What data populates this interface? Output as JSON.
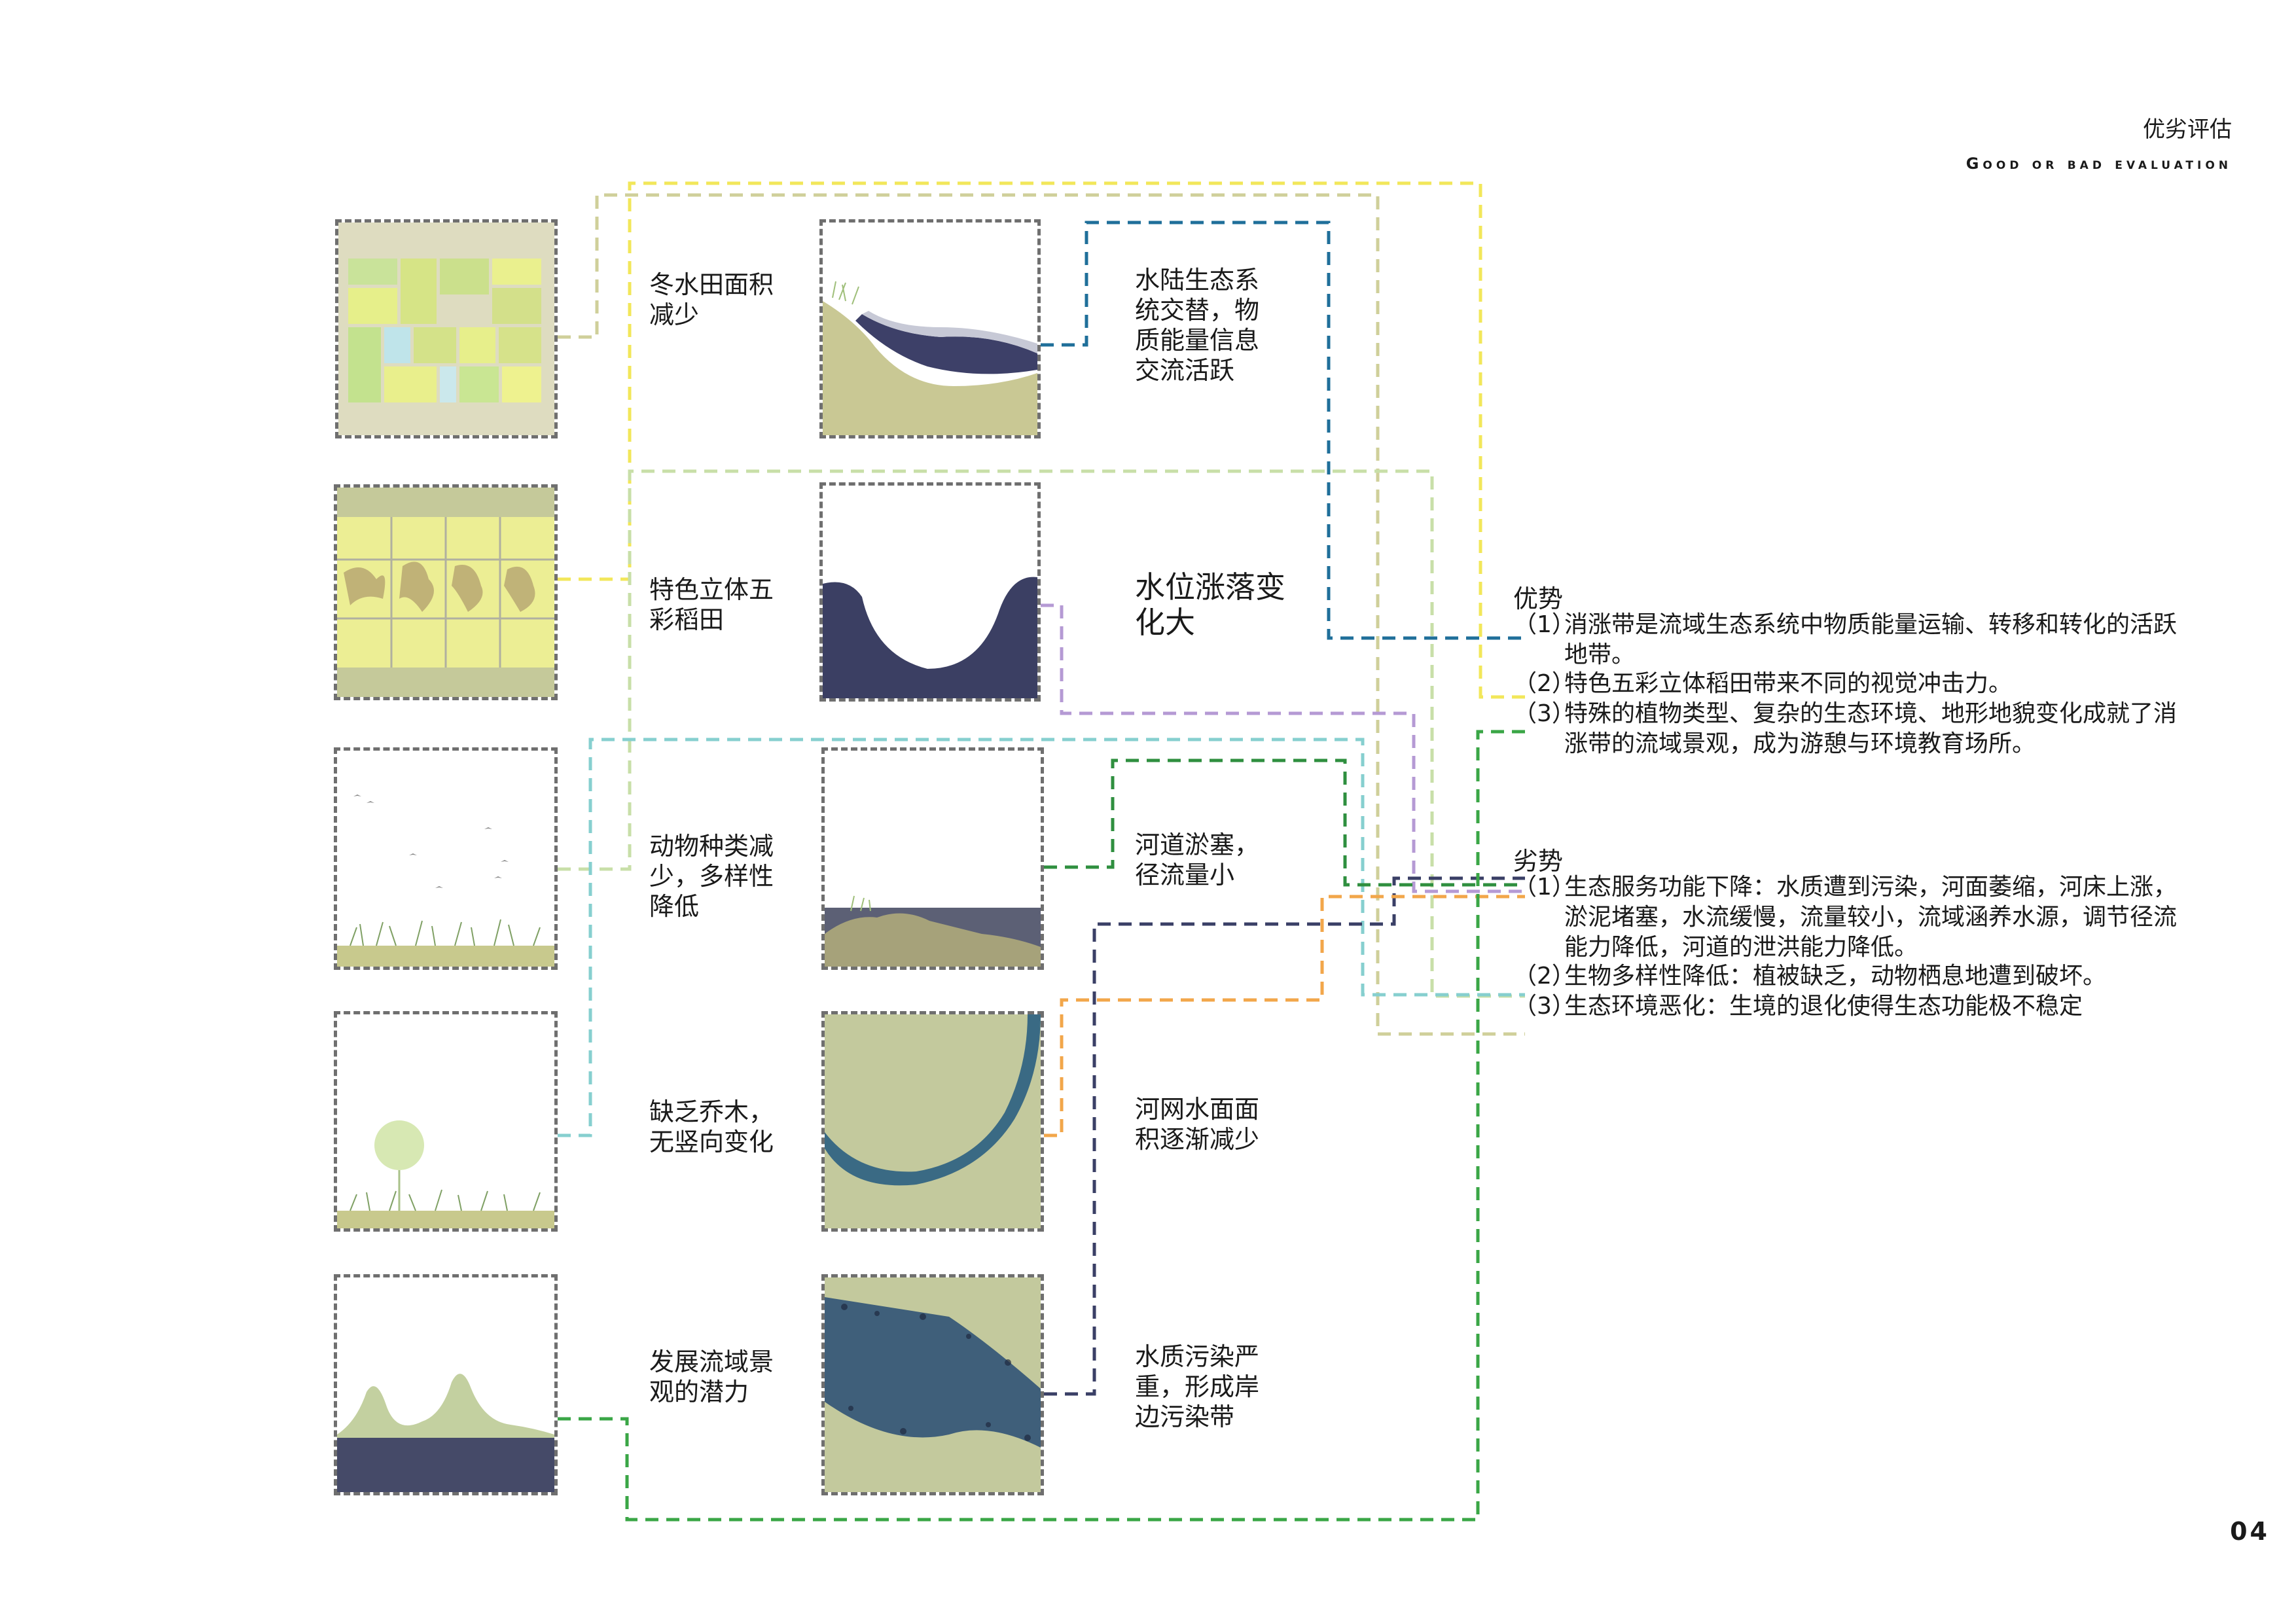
{
  "header": {
    "title_cn": "优劣评估",
    "title_en": "Good or bad evaluation"
  },
  "page_number": "04",
  "left_labels": [
    "冬水田面积\n减少",
    "特色立体五\n彩稻田",
    "动物种类减\n少，多样性\n降低",
    "缺乏乔木，\n无竖向变化",
    "发展流域景\n观的潜力"
  ],
  "right_labels": [
    "水陆生态系\n统交替，物\n质能量信息\n交流活跃",
    "水位涨落变\n化大",
    "河道淤塞，\n径流量小",
    "河网水面面\n积逐渐减少",
    "水质污染严\n重，形成岸\n边污染带"
  ],
  "advantages": {
    "title": "优势",
    "items": [
      {
        "num": "（1）",
        "text": "消涨带是流域生态系统中物质能量运输、转移和转化的活跃\n地带。"
      },
      {
        "num": "（2）",
        "text": "特色五彩立体稻田带来不同的视觉冲击力。"
      },
      {
        "num": "（3）",
        "text": "特殊的植物类型、复杂的生态环境、地形地貌变化成就了消\n涨带的流域景观，成为游憩与环境教育场所。"
      }
    ]
  },
  "disadvantages": {
    "title": "劣势",
    "items": [
      {
        "num": "（1）",
        "text": "生态服务功能下降：水质遭到污染，河面萎缩，河床上涨，\n淤泥堵塞，水流缓慢，流量较小，流域涵养水源，调节径流\n能力降低，河道的泄洪能力降低。"
      },
      {
        "num": "（2）",
        "text": "生物多样性降低：植被缺乏，动物栖息地遭到破坏。"
      },
      {
        "num": "（3）",
        "text": "生态环境恶化：生境的退化使得生态功能极不稳定"
      }
    ]
  },
  "colors": {
    "yellow": "#f2e75a",
    "tan": "#cfcf9a",
    "pale_green": "#c8dfa8",
    "cyan": "#86cfcf",
    "lavender": "#b59ad4",
    "teal_blue": "#1f6f9a",
    "dark_green": "#2f8f3f",
    "orange": "#f2a64a",
    "navy": "#3a3f66",
    "green": "#3aa646",
    "olive_bg": "#c3c99d",
    "water": "#3a4063"
  }
}
